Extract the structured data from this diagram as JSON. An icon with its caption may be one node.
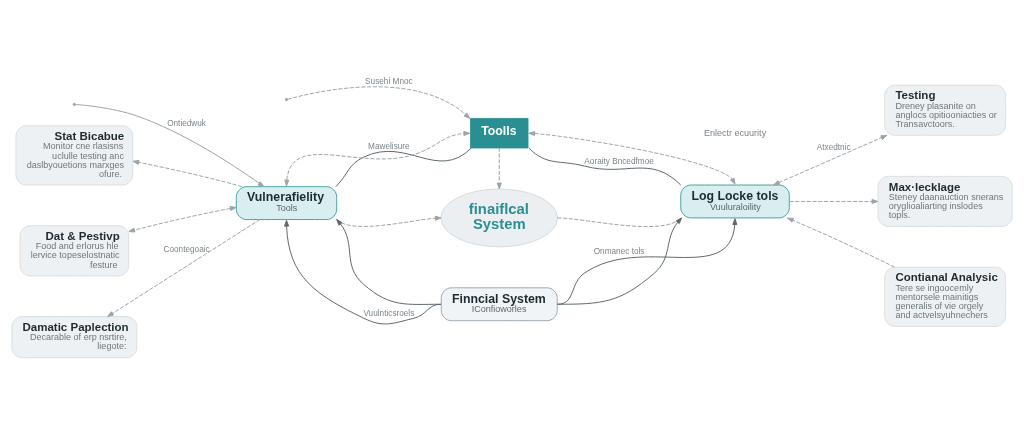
{
  "diagram": {
    "nodes": [
      {
        "text": [
          "Toolls"
        ]
      },
      {
        "text": [
          "Vulnerafielity",
          "Tools"
        ]
      },
      {
        "text": [
          "finaiflcal System"
        ]
      },
      {
        "text": [
          "Log Locke tols",
          "Vuuluraloility"
        ]
      },
      {
        "text": [
          "Finncial System",
          "IConfioworles"
        ]
      },
      {
        "text": [
          "Stat Bicabue",
          "Monitor cne rlasisns uclulle testing anc daslbyouetions marxges ofure."
        ]
      },
      {
        "text": [
          "Dat & Pestivp",
          "Food and erlorus hle lervice topeselostnatic festure"
        ]
      },
      {
        "text": [
          "Damatic Paplection",
          "Decarable of erp nsrtire, liegote:"
        ]
      },
      {
        "text": [
          "Testing",
          "Dreney plasanite on anglocs opitiooniacties or Transavctoors."
        ]
      },
      {
        "text": [
          "Max·lecklage",
          "Steney daanauction snerans oryglioaliarting inslodes topls."
        ]
      },
      {
        "text": [
          "Contianal Analysic",
          "Tere se ingoocemly mentorsele mainitigs generalis of vie orgely and actvelsyuhnechers"
        ]
      }
    ],
    "edges": [
      {
        "from": null,
        "to": 0,
        "arrow": "to",
        "style": "dashed",
        "label": "Susehi Mnoc"
      },
      {
        "from": 1,
        "to": 0,
        "arrow": "both",
        "style": "dashed"
      },
      {
        "from": 0,
        "to": 3,
        "arrow": "both",
        "style": "dashed"
      },
      {
        "from": 0,
        "to": 2,
        "arrow": "to",
        "style": "dashed"
      },
      {
        "from": 0,
        "to": 1,
        "arrow": "none",
        "label": "Mawelisure",
        "color": "#5d676c"
      },
      {
        "from": 0,
        "to": 3,
        "arrow": "none",
        "label": "Aoraity Bncedfmoe",
        "color": "#5d676c"
      },
      {
        "from": 1,
        "to": 2,
        "arrow": "to",
        "style": "dashed"
      },
      {
        "from": 2,
        "to": 3,
        "arrow": "none",
        "style": "dashed"
      },
      {
        "from": 1,
        "to": 5,
        "arrow": "to",
        "style": "dashed"
      },
      {
        "from": 1,
        "to": 6,
        "arrow": "both",
        "style": "dashed"
      },
      {
        "from": 1,
        "to": 7,
        "arrow": "to",
        "style": "dashed",
        "label": "Coontegoaic"
      },
      {
        "from": null,
        "to": 1,
        "arrow": "to",
        "label": "Ontiedwuk"
      },
      {
        "from": 3,
        "to": 8,
        "arrow": "both",
        "style": "dashed",
        "label": "Atxedtnic"
      },
      {
        "from": 3,
        "to": 9,
        "arrow": "to",
        "style": "dashed"
      },
      {
        "from": 10,
        "to": 3,
        "arrow": "to",
        "style": "dashed"
      },
      {
        "from": 4,
        "to": 1,
        "arrow": "to",
        "color": "#5d676c"
      },
      {
        "from": 4,
        "to": 1,
        "arrow": "to",
        "color": "#5d676c",
        "label": "Vuulnticsroels"
      },
      {
        "from": 4,
        "to": 3,
        "arrow": "to",
        "color": "#5d676c"
      },
      {
        "from": 4,
        "to": 3,
        "arrow": "to",
        "color": "#5d676c",
        "label": "Onmanec tols"
      }
    ],
    "labels": [
      "Enlectr ecuurity"
    ]
  }
}
